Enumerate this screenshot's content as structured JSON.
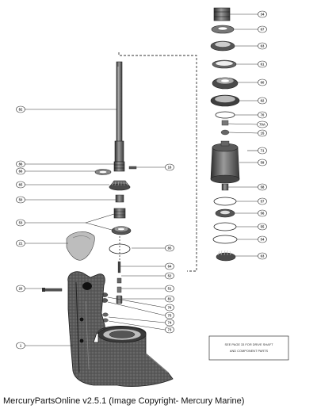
{
  "footer": {
    "caption": "MercuryPartsOnline v2.5.1 (Image Copyright- Mercury Marine)"
  },
  "note": {
    "line1": "SEE PAGE 33 FOR DRIVE SHAFT",
    "line2": "AND COMPONENT PARTS"
  },
  "callouts": {
    "c34": "34",
    "c67": "67",
    "c63a": "63",
    "c61": "61",
    "c60": "60",
    "c62": "62",
    "c70a": "70",
    "c70b": "70A",
    "c15": "15",
    "c71": "71",
    "c59": "59",
    "c58": "58",
    "c57": "57",
    "c56": "56",
    "c55": "55",
    "c54": "54",
    "c63b": "63",
    "c82": "82",
    "c86": "86",
    "c66": "66",
    "c65": "65",
    "c50": "50",
    "c53": "53",
    "c16": "16",
    "c21": "21",
    "c20": "20",
    "c1": "1",
    "c85": "85",
    "c64": "64",
    "c52": "52",
    "c51": "51",
    "c81": "81",
    "c76": "76",
    "c75": "75",
    "c74": "74",
    "c73": "73"
  }
}
